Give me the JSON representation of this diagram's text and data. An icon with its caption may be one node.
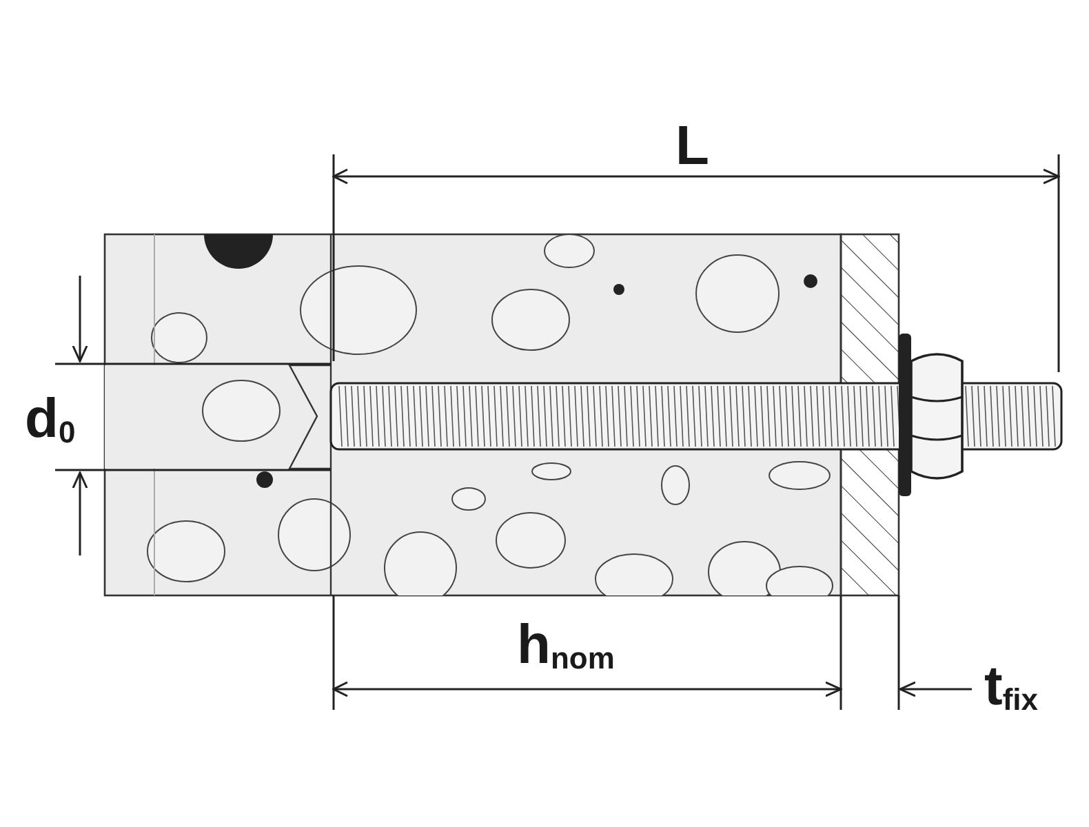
{
  "diagram": {
    "labels": [
      "L",
      "d$_{0}$",
      "h$_{nom}$",
      "t$_{fix}$"
    ]
  }
}
